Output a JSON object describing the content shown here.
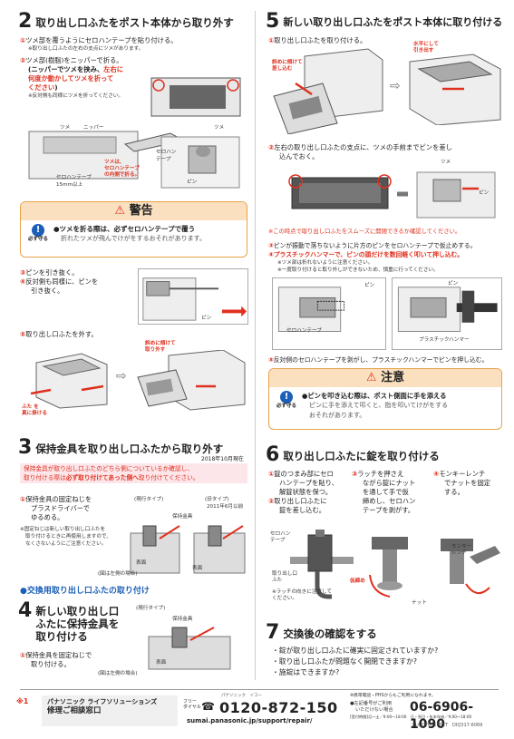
{
  "s2": {
    "num": "2",
    "title": "取り出し口ふたをポスト本体から取り外す",
    "i1": "①",
    "l1": "ツメ部を覆うようにセロハンテープを貼り付ける。",
    "n1": "※取り出し口ふたの左右の支点にツメがあります。",
    "i2": "②",
    "l2": "ツメ部(樹脂)をニッパーで折る。",
    "l2b_pre": "(ニッパーでツメを挟み、",
    "l2b_red": "左右に",
    "l2c_red": "何度か動かしてツメを折って",
    "l2d_red": "ください",
    "l2d_post": ")",
    "n2": "※反対側も同様にツメを折ってください。",
    "c_tsume1": "ツメ",
    "c_nipper": "ニッパー",
    "c_tsume2": "ツメ",
    "c_tape": "セロハン\nテープ",
    "c_tape_w": "セロハンテープ\n15mm以上",
    "c_tsume_red": "ツメは、\nセロハンテープ\nの内側で折る。",
    "c_pin": "ピン",
    "warn_title": "警告",
    "must": "必ず守る",
    "warn_bold": "●ツメを折る際は、必ずセロハンテープで覆う",
    "warn_text": "折れたツメが飛んでけがをするおそれがあります。",
    "i3": "③",
    "l3": "ピンを引き抜く。",
    "i4": "④",
    "l4a": "反対側も同様に、ピンを",
    "l4b": "引き抜く。",
    "c_pin2": "ピン",
    "i5": "⑤",
    "l5": "取り出し口ふたを外す。",
    "c_tilt": "斜めに傾けて\n取り外す",
    "c_lid": "ふた を\n真に掛ける"
  },
  "s3": {
    "num": "3",
    "title": "保持金具を取り出し口ふたから取り外す",
    "date": "2018年10月現在",
    "band1": "保持金具が取り出し口ふたのどちら側についているか確認し、",
    "band2_pre": "取り付ける際は",
    "band2_bold": "必ず取り付けてあった側へ",
    "band2_post": "取り付けてください。",
    "i1": "①",
    "l1a": "保持金具の固定ねじを",
    "l1b": "プラスドライバーで",
    "l1c": "ゆるめる。",
    "n1a": "※固定ねじは新しい取り出し口ふたを",
    "n1b": "取り付けるときに再使用しますので、",
    "n1c": "なくさないようにご注意ください。",
    "c_current": "(現行タイプ)",
    "c_old": "(旧タイプ)",
    "c_old_date": "2011年6月以前",
    "c_bracket": "保持金具",
    "c_front": "表面",
    "c_left": "(図は左側の場合)",
    "sub": "●交換用取り出し口ふたの取り付け"
  },
  "s4": {
    "num": "4",
    "title1": "新しい取り出し口",
    "title2": "ふたに保持金具を",
    "title3": "取り付ける",
    "i1": "①",
    "l1a": "保持金具を固定ねじで",
    "l1b": "取り付ける。",
    "c_current": "(現行タイプ)",
    "c_bracket": "保持金具",
    "c_front": "表面",
    "c_left": "(図は左側の場合)"
  },
  "s5": {
    "num": "5",
    "title": "新しい取り出し口ふたをポスト本体に取り付ける",
    "i1": "①",
    "l1": "取り出し口ふたを取り付ける。",
    "c_tilt": "斜めに傾けて\n差し込む",
    "c_level": "水平にして\n引き出す",
    "i2": "②",
    "l2a": "左右の取り出し口ふたの支点に、ツメの手前までピンを差し",
    "l2b": "込んでおく。",
    "c_tsume": "ツメ",
    "c_pin": "ピン",
    "red_note": "※この時点で取り出し口ふたをスムーズに開閉できるか確認してください。",
    "i3": "③",
    "l3": "ピンが振動で落ちないように片方のピンをセロハンテープで仮止めする。",
    "i4": "④",
    "l4": "プラスチックハンマーで、ピンの頭だけを数回軽く叩いて押し込む。",
    "n4a": "※ツメ部は折れないように注意ください。",
    "n4b": "※一度取り付けると取り外しができないため、慎重に行ってください。",
    "c_pin2": "ピン",
    "c_tape": "セロハンテープ",
    "c_pin3": "ピン",
    "c_hammer": "プラスチックハンマー",
    "i5": "⑤",
    "l5": "反対側のセロハンテープを剥がし、プラスチックハンマーでピンを押し込む。",
    "caution_title": "注意",
    "must": "必ず守る",
    "caution_bold": "●ピンを叩き込む際は、ポスト側面に手を添える",
    "caution_text1": "ピンに手を添えて叩くと、指を叩いてけがをする",
    "caution_text2": "おそれがあります。"
  },
  "s6": {
    "num": "6",
    "title": "取り出し口ふたに錠を取り付ける",
    "i1": "①",
    "l1a": "錠のつまみ部にセロ",
    "l1b": "ハンテープを貼り、",
    "l1c": "解錠状態を保つ。",
    "i2": "②",
    "l2a": "取り出し口ふたに",
    "l2b": "錠を差し込む。",
    "i3": "③",
    "l3a": "ラッチを押さえ",
    "l3b": "ながら錠にナット",
    "l3c": "を通して手で仮",
    "l3d": "締めし、セロハン",
    "l3e": "テープを剥がす。",
    "i4": "④",
    "l4a": "モンキーレンチ",
    "l4b": "でナットを固定",
    "l4c": "する。",
    "c_tape": "セロハン\nテープ",
    "c_lid": "取り出し口\nふた",
    "c_latch_note": "※ラッチの向きに注意して\nください。",
    "c_monkey": "モンキー\nレンチ",
    "c_temp": "仮締め",
    "c_nut": "ナット"
  },
  "s7": {
    "num": "7",
    "title": "交換後の確認をする",
    "b1": "・錠が取り出し口ふたに確実に固定されていますか?",
    "b2": "・取り出し口ふたが問題なく開閉できますか?",
    "b3": "・施錠はできますか?"
  },
  "footer": {
    "mark": "※1",
    "company": "パナソニック ライフソリューションズ",
    "window": "修理ご相談窓口",
    "free_label": "フリー\nダイヤル",
    "free_ruby": "パナソニック　イコー",
    "tel_free": "0120-872-150",
    "url": "sumai.panasonic.jp/support/repair/",
    "note_phs": "※携帯電話・PHSからもご利用になれます。",
    "note_other1": "●左記番号がご利用",
    "note_other2": "いただけない場合",
    "hours": "[受付時間]月～土／9:00～18:00　日・祝日・年末年始／9:00～18:00",
    "tel": "06-6906-1090",
    "code": "214-CT651102T　DIQ317-6069"
  }
}
